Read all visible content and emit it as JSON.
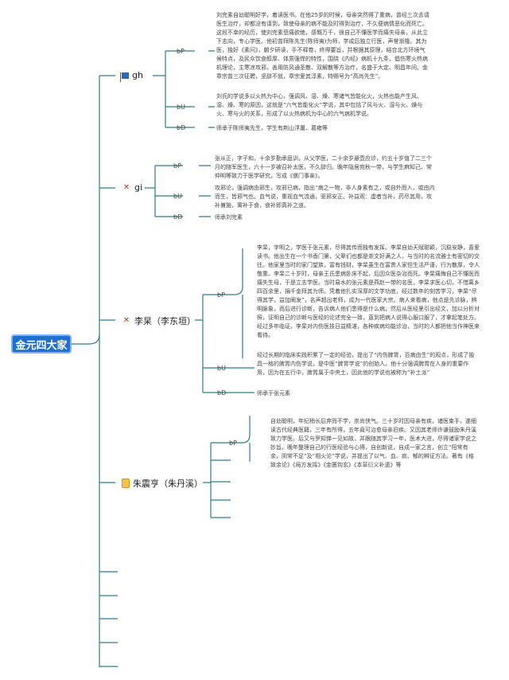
{
  "root": "金元四大家",
  "topics": [
    {
      "name": "gh",
      "icon": "flag-icon",
      "branches": [
        {
          "label": "bP",
          "text": "刘完素自幼聪明好学，着读医书。在他25岁的时候，母亲突然得了重病，曾经三次去请医生治疗，却都没有请到，致使母亲的病不能及时得到治疗，不久便病情恶化而死亡。这段不幸的经历，使刘完素悲痛欲绝，感慨万千，很自己不懂医学而痛失母亲，从此立下志向，专心学医。他初曾拜陈先生(陈师夷)为师，学成后独立行医，声誉渐隆。其为医，独好《素问》，朝夕研读，手不释卷，终得要旨，并根据其原理，结合北方环境气候特点，及民众饮食醇厚、体质强悍的特性，围绕《内经》病机十九条，倡伤寒火热病机理论，主寒凉攻邪，善用防风通圣散、双解散等方治疗，名盛于大定、明昌年间。金章宗曾三次征聘，坚辞不就，章宗爱其淳素，特赐号为“高尚先生”。"
        },
        {
          "label": "bU",
          "text": "刘氏的学说多以火热为中心，强调风、湿、燥、寒诸气皆能化火，火热也能产生风、湿、燥、寒的原因，这就是“六气皆能化火”学说，其中包括了风与火、湿与火、燥与火、寒与火的关系，形成了以火热病机为中心的六气病机学说。"
        },
        {
          "label": "bD",
          "text": "师承于陈师夷先生，学生有荆山浮屠、葛雍等"
        }
      ]
    },
    {
      "name": "gi",
      "icon": "tools-icon",
      "branches": [
        {
          "label": "bP",
          "text": "张从正，字子和，十余岁勤承庭训，从父学医，二十余岁悬壶应诊，约五十岁值了二三个月的随军医生，六十一岁被召补太医，不久辞归。晚年隐居宛秋一带，与学生麻知己、常仲明等致力于医学研究，写成《儒门事亲》。"
        },
        {
          "label": "bU",
          "text": "攻邪论，强调病由邪生，攻邪已病，指出“病之一物，非人身素有之，或自外而入，或由内而生，皆邪气也。血气说，重视血气流通，驱邪安正。补益观：虚者当补，药尽其用，攻补兼施，寓补于食，食补即真补之道。"
        },
        {
          "label": "bD",
          "text": "师承刘完素"
        }
      ]
    },
    {
      "name": "李杲（李东垣）",
      "icon": "tools-icon",
      "branches": [
        {
          "label": "bP",
          "text": "李杲，字明之，学医于张元素，尽得其传而独有发挥。李杲自幼天赋聪颖，沉稳安静，喜爱读书。他出生在一个书香门第，父辈们也都是崇文好满之人，与当时的名流雅士有密切的交往。他家里当时的家门望族，富有钱财，李杲虽生在富贵人家但生活严谨，行为散厚，令人敬重。李杲二十岁时，母亲王氏患病卧床不起，后因众医杂治而死。李杲痛悔自己不懂医而痛失生母，于是立志学医。当时易水的张元素是燕赵一带的名医，李杲求医心切，不惜离乡四百余里，捐千金拜其为师。凭着他扎实深厚的文学功底，经过数年的刻苦学习，李杲“尽得其学，益加阐发”，名声超出老师，成为一代医家大宗。病人来看病，他点是先诊脉，辨明脉象，而后进行诊断，告诉病人他们患得是什么病，然后从医经里引出经文，加以分析对照，证明自己的诊断与医经的论述完全一致，直到把病人说得心服口服了，才拿起笔处方。经过多年临证，李杲对内伤医技日益精湛，各种疾病均能诊治，当时的人都把他当作神医来看待。"
        },
        {
          "label": "bU",
          "text": "经过长期的临床实践积累了一定的经验，提出了“内伤脾胃，百病由生”的观点，形成了独具一格的脾胃内伤学说，是中医“脾胃学说”的创始人。他十分强调脾胃在人身的重要作用，因为在五行中，脾胃属于中央土，因此他的学说也被称为“补土派”"
        },
        {
          "label": "bD",
          "text": "师承于张元素"
        }
      ]
    },
    {
      "name": "朱震亨（朱丹溪）",
      "icon": "medal-icon",
      "branches": [
        {
          "label": "bP",
          "text": "自幼聪明，年纪稍长后弃而不学，崇尚侠气。三十岁时因母亲有疾，诸医束手，遂细读古代经典医籍，三年有所得，五年竟可治愈母亲旧疾。又因其老师许谦鼓励朱丹溪致力学医。后又与罗知悌一见如故，并跟随其学习一年，医术大进，尽得诸家学说之妙旨。晚年整理自己的行医经验与心得，自创新说，自成一家之言，创立“阳常有余，阴常不足”及“相火论”学说，并提出了以气、血、痰、郁的辨证方法。著有《格致余论》《局方发挥》《金匮钩玄》《本草衍义补遗》等"
        }
      ]
    }
  ],
  "colors": {
    "root_bg": "#1f6fd0",
    "root_border": "#7fb0ff",
    "line": "#2e7d8c"
  }
}
